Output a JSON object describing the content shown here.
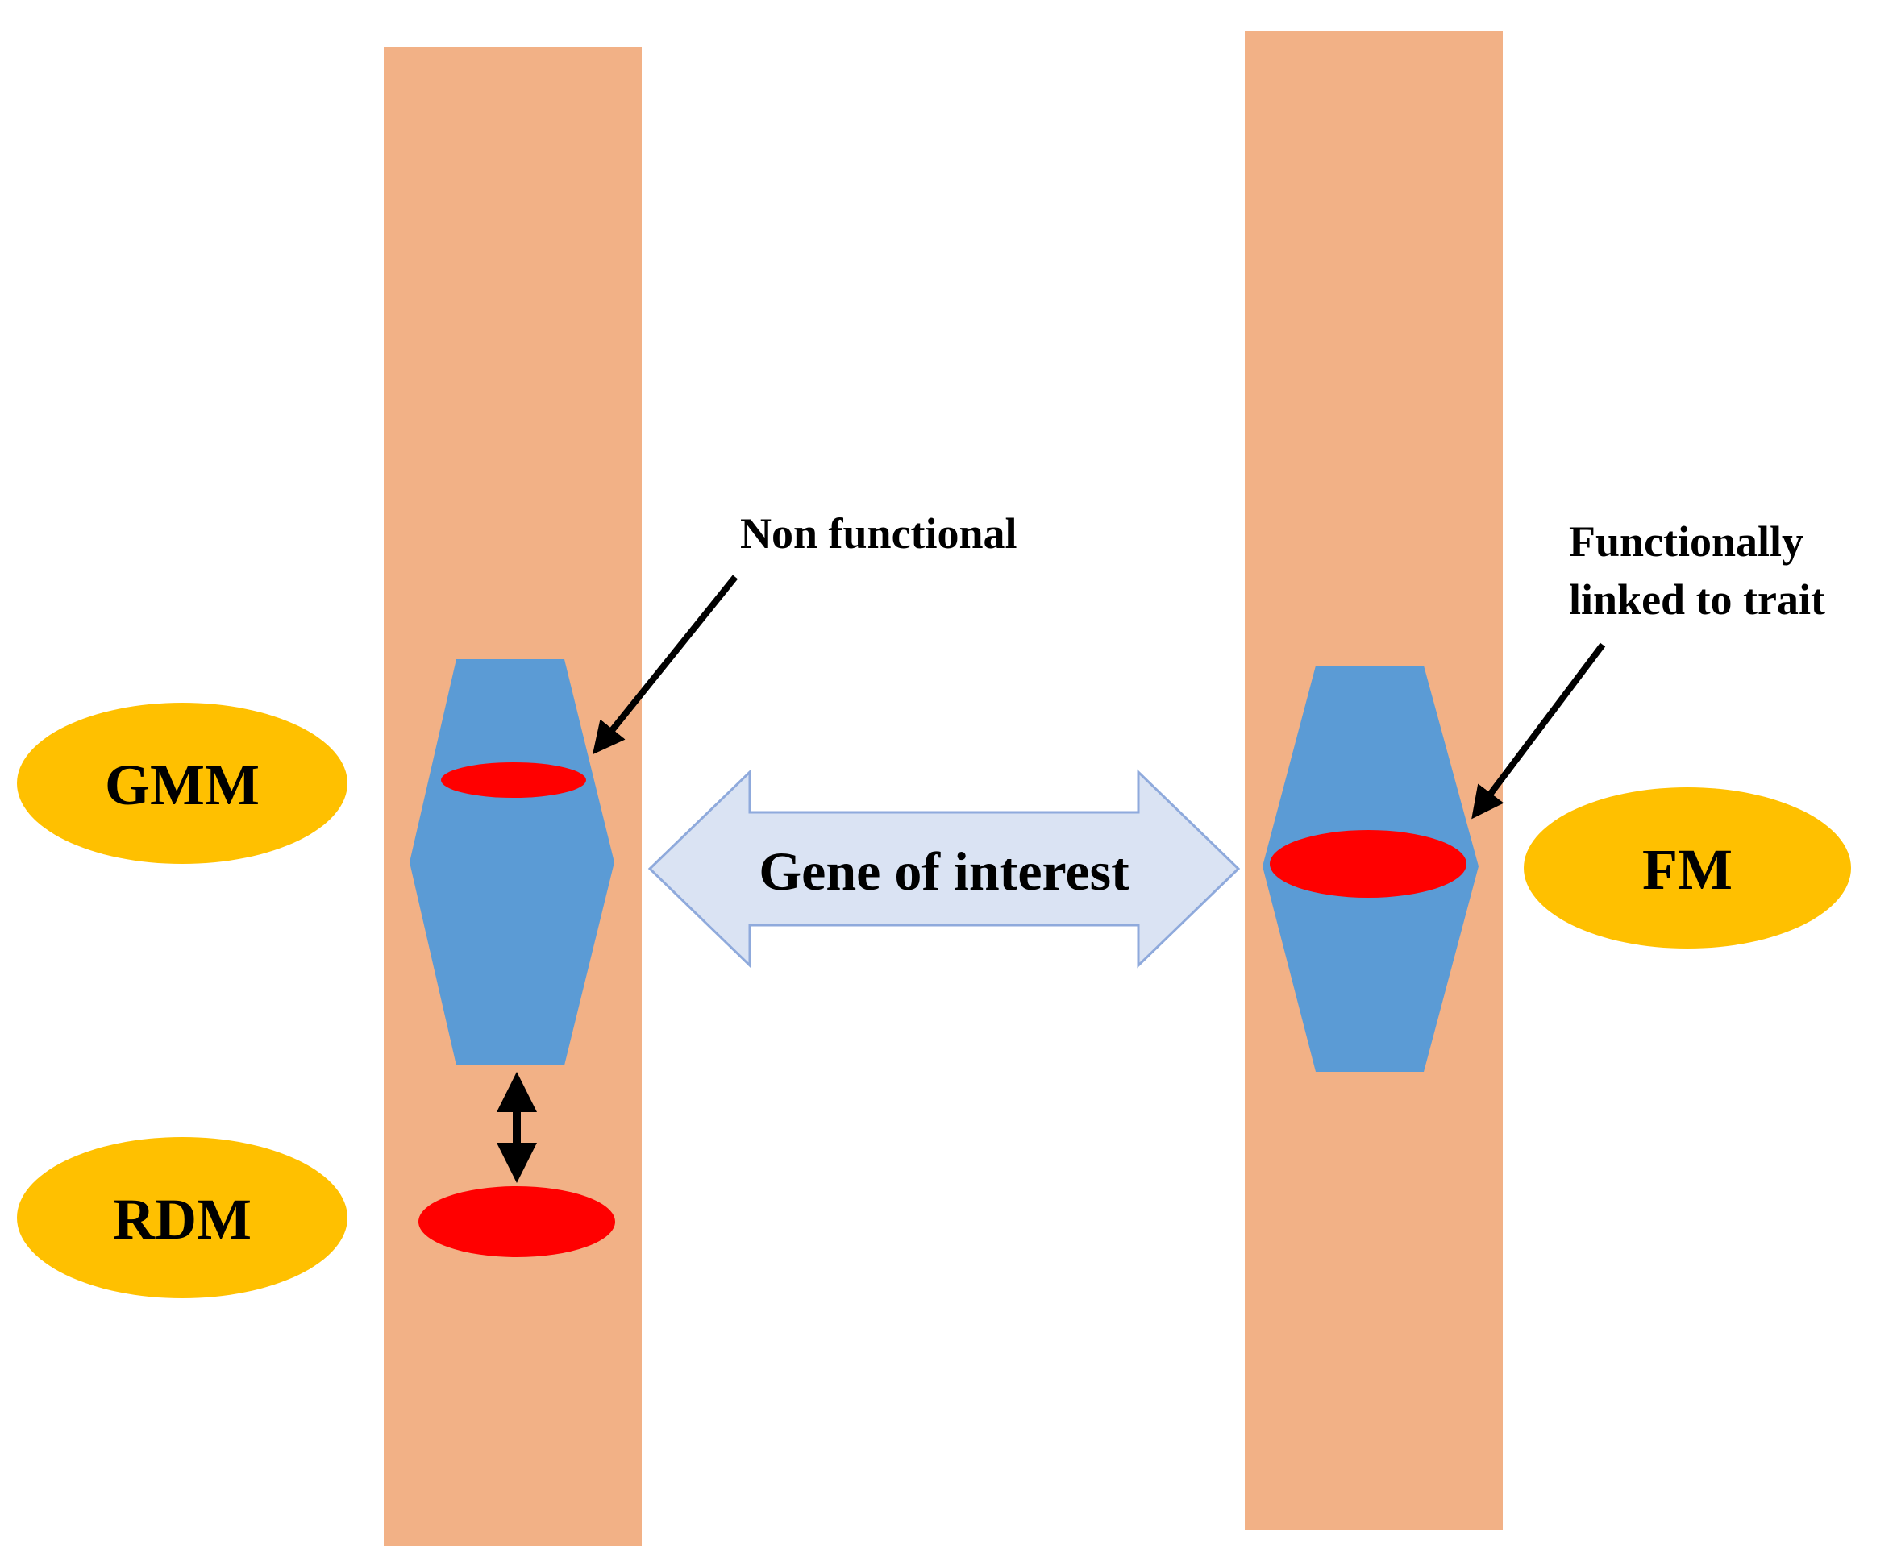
{
  "labels": {
    "gmm": "GMM",
    "rdm": "RDM",
    "fm": "FM",
    "gene_of_interest": "Gene of interest",
    "non_functional": "Non functional",
    "functionally_line1": "Functionally",
    "functionally_line2": "linked to trait"
  },
  "colors": {
    "chromosome": "#F2B186",
    "gene": "#5B9BD5",
    "marker": "#FF0000",
    "label_ellipse": "#FFC000",
    "double_arrow_fill": "#DAE3F3",
    "double_arrow_stroke": "#8FAADC",
    "arrow": "#000000"
  }
}
